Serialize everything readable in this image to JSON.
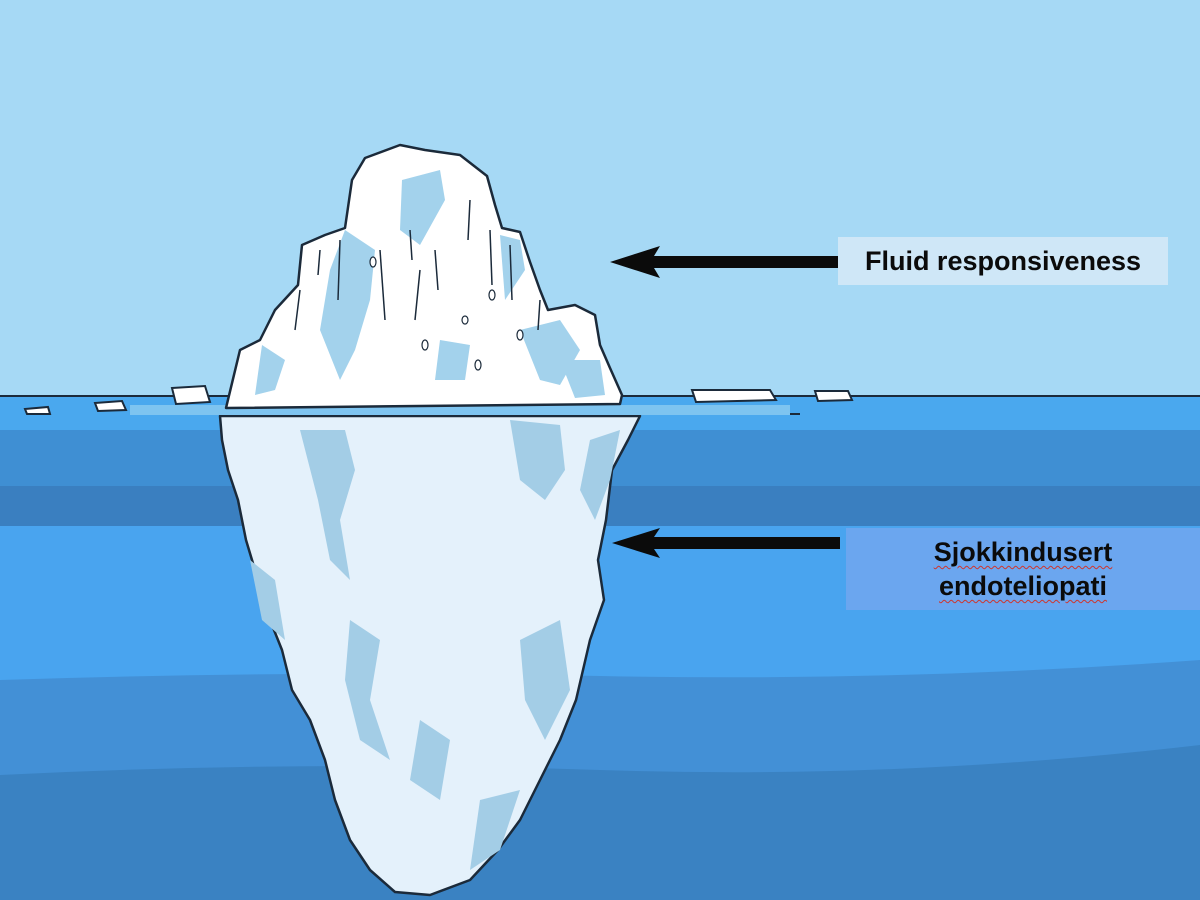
{
  "labels": {
    "top": "Fluid responsiveness",
    "bottom_line1": "Sjokkindusert",
    "bottom_line2": "endoteliopati"
  },
  "colors": {
    "sky": "#a6d9f5",
    "water_surface": "#3f8fd3",
    "water_mid": "#4aa6f0",
    "water_deep": "#3a83c2",
    "ice": "#ffffff",
    "ice_shadow": "#9fcdea",
    "label_top_bg": "#cfe7f7",
    "label_bottom_bg": "#6ba6ef",
    "arrow": "#0b0b0b"
  },
  "icons": {
    "top_arrow": "arrow-left-icon",
    "bottom_arrow": "arrow-left-icon"
  }
}
